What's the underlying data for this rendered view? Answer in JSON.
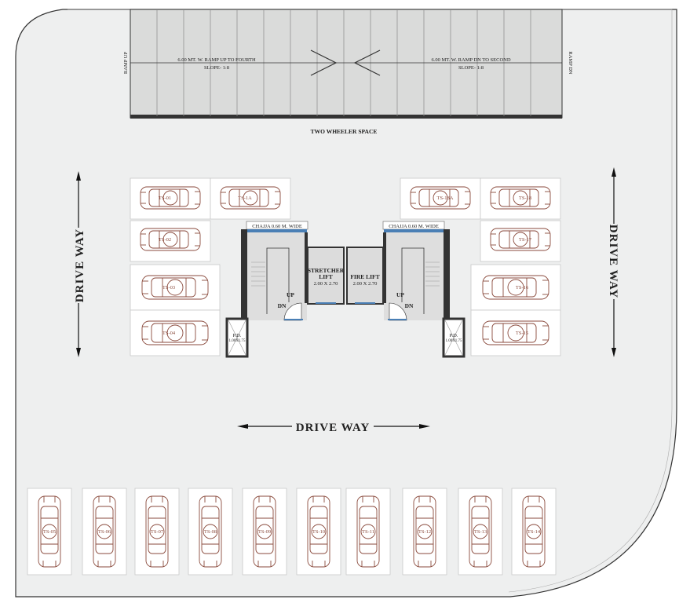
{
  "ramp": {
    "left_label": "RAMP UP",
    "right_label": "RAMP DN",
    "up_text": "6.00 MT. W. RAMP UP TO FOURTH",
    "up_slope": "SLOPE- 1:8",
    "down_text": "6.00 MT. W. RAMP DN TO SECOND",
    "down_slope": "SLOPE- 1:8"
  },
  "two_wheeler": "TWO WHEELER SPACE",
  "driveway": {
    "left": "DRIVE WAY",
    "right": "DRIVE WAY",
    "center": "DRIVE WAY"
  },
  "core": {
    "chajja_left": "CHAJJA 0.60 M. WIDE",
    "chajja_right": "CHAJJA 0.60 M. WIDE",
    "stretcher_lift": "STRETCHER",
    "stretcher_lift_2": "LIFT",
    "stretcher_size": "2.00 X 2.70",
    "fire_lift": "FIRE LIFT",
    "fire_size": "2.00 X 2.70",
    "up": "UP",
    "dn": "DN",
    "pd": "P.D.",
    "pd_size": "1.00X1.75"
  },
  "parking": {
    "top_left": [
      "TS-01",
      "TS-1A",
      "TS-02",
      "TS-03",
      "TS-04"
    ],
    "top_right": [
      "TS-18A",
      "TS-18",
      "TS-17",
      "TS-16",
      "TS-15"
    ],
    "bottom": [
      "TS-05",
      "TS-06",
      "TS-07",
      "TS-08",
      "TS-09",
      "TS-10",
      "TS-11",
      "TS-12",
      "TS-13",
      "TS-14"
    ]
  }
}
